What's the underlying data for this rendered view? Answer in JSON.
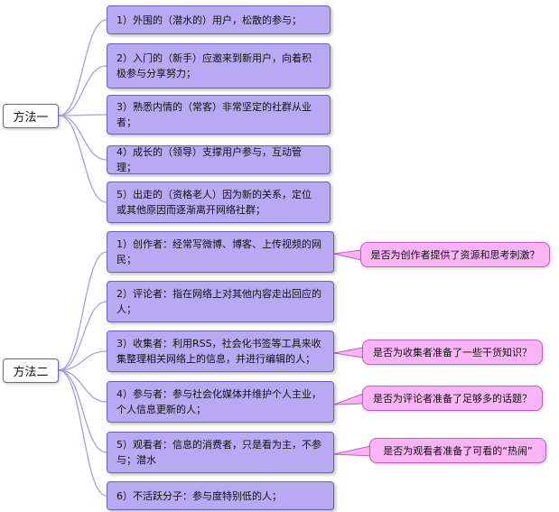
{
  "method1": {
    "label": "方法一",
    "items": [
      "1）外围的（潜水的）用户，松散的参与；",
      "2）入门的（新手）应邀来到新用户，向着积极参与分享努力；",
      "3）熟悉内情的（常客）非常坚定的社群从业者；",
      "4）成长的（领导）支撑用户参与，互动管理；",
      "5）出走的（资格老人）因为新的关系，定位或其他原因而逐渐离开网络社群；"
    ]
  },
  "method2": {
    "label": "方法二",
    "items": [
      "1）创作者：经常写微博、博客、上传视频的网民；",
      "2）评论者：指在网络上对其他内容走出回应的人；",
      "3）收集者：利用RSS，社会化书签等工具来收集整理相关网络上的信息，并进行编辑的人；",
      "4）参与者：参与社会化媒体并维护个人主业，个人信息更新的人；",
      "5）观看者：信息的消费者，只是看为主，不参与；潜水",
      "6）不活跃分子：参与度特别低的人；"
    ]
  },
  "callouts": [
    "是否为创作者提供了资源和思考刺激？",
    "是否为收集者准备了一些干货知识？",
    "是否为评论者准备了足够多的话题？",
    "是否为观看者准备了可看的“热闹”"
  ],
  "colors": {
    "node_fill": "#b7aaf2",
    "node_border": "#6f61b8",
    "callout_fill": "#f9b4f6",
    "callout_border": "#c45bc0",
    "connector": "#a99de8"
  }
}
